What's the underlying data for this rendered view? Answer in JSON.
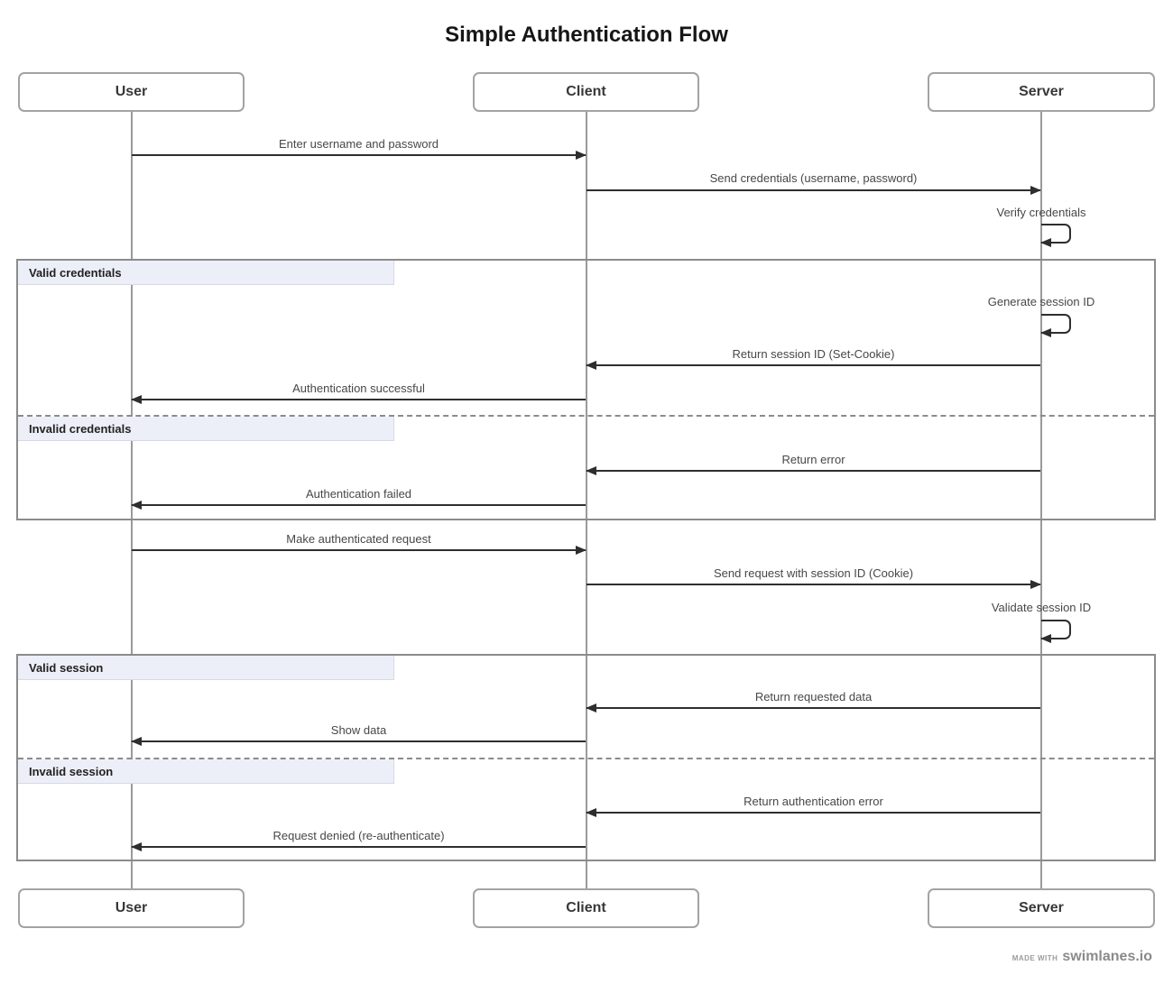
{
  "title": "Simple Authentication Flow",
  "actors": [
    {
      "name": "User"
    },
    {
      "name": "Client"
    },
    {
      "name": "Server"
    }
  ],
  "messages": [
    {
      "from": "User",
      "to": "Client",
      "label": "Enter username and password"
    },
    {
      "from": "Client",
      "to": "Server",
      "label": "Send credentials (username, password)"
    },
    {
      "from": "Server",
      "to": "Server",
      "label": "Verify credentials",
      "self": true
    },
    {
      "from": "Server",
      "to": "Server",
      "label": "Generate session ID",
      "self": true,
      "section": "Valid credentials"
    },
    {
      "from": "Server",
      "to": "Client",
      "label": "Return session ID (Set-Cookie)",
      "section": "Valid credentials"
    },
    {
      "from": "Client",
      "to": "User",
      "label": "Authentication successful",
      "section": "Valid credentials"
    },
    {
      "from": "Server",
      "to": "Client",
      "label": "Return error",
      "section": "Invalid credentials"
    },
    {
      "from": "Client",
      "to": "User",
      "label": "Authentication failed",
      "section": "Invalid credentials"
    },
    {
      "from": "User",
      "to": "Client",
      "label": "Make authenticated request"
    },
    {
      "from": "Client",
      "to": "Server",
      "label": "Send request with session ID (Cookie)"
    },
    {
      "from": "Server",
      "to": "Server",
      "label": "Validate session ID",
      "self": true
    },
    {
      "from": "Server",
      "to": "Client",
      "label": "Return requested data",
      "section": "Valid session"
    },
    {
      "from": "Client",
      "to": "User",
      "label": "Show data",
      "section": "Valid session"
    },
    {
      "from": "Server",
      "to": "Client",
      "label": "Return authentication error",
      "section": "Invalid session"
    },
    {
      "from": "Client",
      "to": "User",
      "label": "Request denied (re-authenticate)",
      "section": "Invalid session"
    }
  ],
  "blocks": [
    {
      "sections": [
        {
          "label": "Valid credentials"
        },
        {
          "label": "Invalid credentials"
        }
      ]
    },
    {
      "sections": [
        {
          "label": "Valid session"
        },
        {
          "label": "Invalid session"
        }
      ]
    }
  ],
  "colors": {
    "arrow": "#2e2e2e",
    "lifeline": "#9a9a9a",
    "block_border": "#8b8b8b",
    "section_label_bg": "#edeff8"
  },
  "footer": {
    "made_with": "MADE WITH",
    "brand": "swimlanes.io"
  }
}
